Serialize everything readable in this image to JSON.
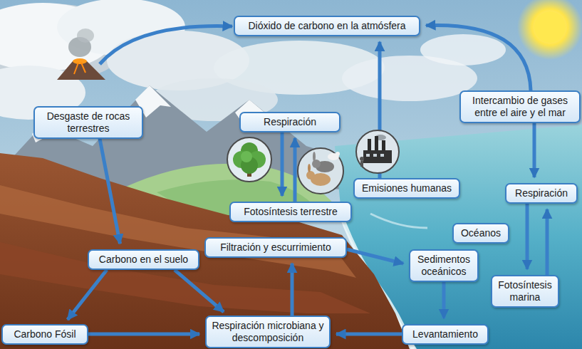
{
  "diagram": {
    "nodes": [
      {
        "text": [
          "Dióxido de carbono en la atmósfera"
        ]
      },
      {
        "text": [
          "Desgaste de rocas terrestres"
        ]
      },
      {
        "text": [
          "Respiración"
        ]
      },
      {
        "text": [
          "Intercambio de gases entre el aire y el mar"
        ]
      },
      {
        "text": [
          "Emisiones humanas"
        ]
      },
      {
        "text": [
          "Respiración"
        ]
      },
      {
        "text": [
          "Fotosíntesis terrestre"
        ]
      },
      {
        "text": [
          "Océanos"
        ]
      },
      {
        "text": [
          "Filtración y escurrimiento"
        ]
      },
      {
        "text": [
          "Carbono en el suelo"
        ]
      },
      {
        "text": [
          "Sedimentos oceánicos"
        ]
      },
      {
        "text": [
          "Fotosíntesis marina"
        ]
      },
      {
        "text": [
          "Carbono Fósil"
        ]
      },
      {
        "text": [
          "Respiración microbiana y descomposición"
        ]
      },
      {
        "text": [
          "Levantamiento"
        ]
      }
    ],
    "edges": [
      {
        "from": 1,
        "to": 9,
        "arrow": "to"
      },
      {
        "from": 9,
        "to": 12,
        "arrow": "to"
      },
      {
        "from": 9,
        "to": 13,
        "arrow": "to"
      },
      {
        "from": 12,
        "to": 13,
        "arrow": "to"
      },
      {
        "from": 14,
        "to": 13,
        "arrow": "to"
      },
      {
        "from": 10,
        "to": 14,
        "arrow": "to"
      },
      {
        "from": 8,
        "to": 10,
        "arrow": "to"
      },
      {
        "from": 13,
        "to": 8,
        "arrow": "to"
      },
      {
        "from": 2,
        "to": 6,
        "arrow": "to"
      },
      {
        "from": 6,
        "to": 2,
        "arrow": "to"
      },
      {
        "from": 4,
        "to": 0,
        "arrow": "to"
      },
      {
        "from": 3,
        "to": 0,
        "arrow": "to"
      },
      {
        "from": 3,
        "to": 5,
        "arrow": "to"
      },
      {
        "from": 5,
        "to": 11,
        "arrow": "to"
      },
      {
        "from": 11,
        "to": 5,
        "arrow": "to"
      }
    ]
  }
}
